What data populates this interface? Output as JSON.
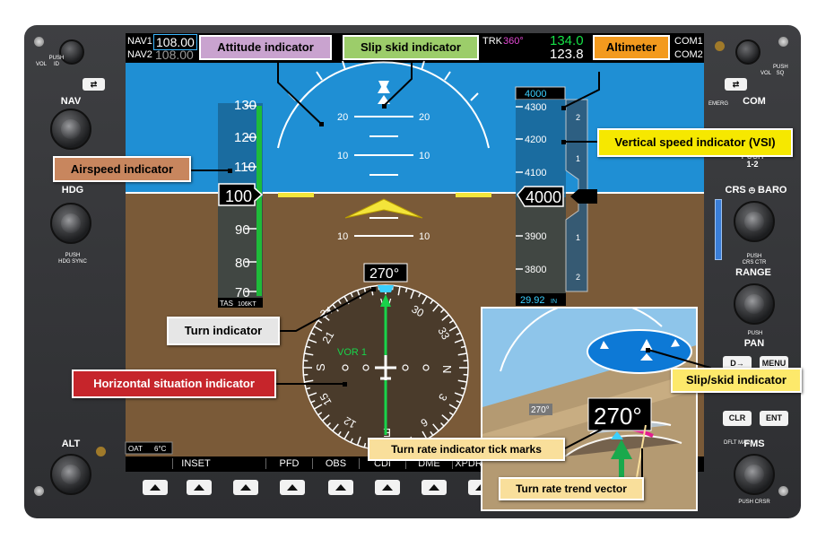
{
  "panel": {
    "left": {
      "vol_push_id": "VOL",
      "vol_push_id_sub": "PUSH\nID",
      "nav_label": "NAV",
      "hdg_label": "HDG",
      "hdg_sync": "PUSH\nHDG SYNC",
      "alt_label": "ALT",
      "swap_icon": "swap-arrows-icon"
    },
    "right": {
      "vol_sq": "VOL",
      "vol_sq_sub": "PUSH\nSQ",
      "emerg": "EMERG",
      "com_label": "COM",
      "push_12": "PUSH\n1-2",
      "crs_baro": "CRS ⦺ BARO",
      "push_crs_ctr": "PUSH\nCRS CTR",
      "range_label": "RANGE",
      "push_pan": "PUSH",
      "pan_label": "PAN",
      "direct_btn": "D→",
      "menu_btn": "MENU",
      "clr_btn": "CLR",
      "ent_btn": "ENT",
      "dflt_map": "DFLT MAP",
      "fms_label": "FMS",
      "push_crsr": "PUSH CRSR"
    }
  },
  "screen": {
    "nav1_label": "NAV1",
    "nav1_freq": "108.00",
    "nav2_label": "NAV2",
    "nav2_freq": "108.00",
    "trk_label": "TRK",
    "trk_value": "360°",
    "com1_freq": "134.0",
    "com2_freq": "123.8",
    "com1_label": "COM1",
    "com2_label": "COM2",
    "airspeed": {
      "current": "100",
      "ticks": [
        "130",
        "120",
        "110",
        "90",
        "80",
        "70"
      ],
      "tas_label": "TAS",
      "tas_value": "106KT"
    },
    "altimeter": {
      "selected": "4000",
      "current": "4000",
      "ticks": [
        "4300",
        "4200",
        "4100",
        "3900",
        "3800"
      ],
      "baro": "29.92",
      "baro_unit": "IN",
      "vsi_ticks": [
        "2",
        "1",
        "1",
        "2"
      ]
    },
    "pitch_labels": [
      "20",
      "20",
      "10",
      "10",
      "10",
      "10"
    ],
    "heading": "270°",
    "hsi_source": "VOR 1",
    "compass_labels": [
      "24",
      "30",
      "33",
      "N",
      "3",
      "6",
      "E",
      "12",
      "15",
      "S",
      "21",
      "W"
    ],
    "oat_label": "OAT",
    "oat_value": "6°C",
    "softkeys": [
      "",
      "INSET",
      "",
      "PFD",
      "OBS",
      "CDI",
      "DME",
      "XPDR"
    ],
    "inset": {
      "heading_small": "270°",
      "heading_large": "270°"
    }
  },
  "callouts": {
    "attitude": "Attitude indicator",
    "slip_skid": "Slip skid indicator",
    "altimeter": "Altimeter",
    "vsi": "Vertical speed indicator (VSI)",
    "airspeed": "Airspeed indicator",
    "turn": "Turn indicator",
    "hsi": "Horizontal situation indicator",
    "slip_skid2": "Slip/skid indicator",
    "turn_rate_ticks": "Turn rate indicator tick marks",
    "turn_rate_trend": "Turn rate trend vector"
  },
  "colors": {
    "attitude": "#c9a3cf",
    "slip_skid": "#9ccd6a",
    "altimeter": "#f39a1e",
    "vsi": "#f6e800",
    "airspeed": "#c8865e",
    "turn": "#e6e6e6",
    "hsi": "#c6252b",
    "slip_skid2": "#fde96b",
    "turn_rate": "#f9df9b",
    "slip_skid_inset": "#0d79d6"
  }
}
